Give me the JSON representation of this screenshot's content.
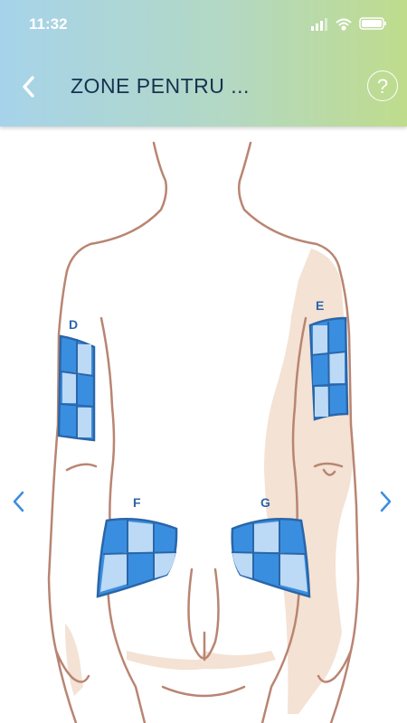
{
  "status_bar": {
    "time": "11:32",
    "icons": [
      "signal-icon",
      "wifi-icon",
      "battery-icon"
    ]
  },
  "header": {
    "title": "ZONE PENTRU ...",
    "help_label": "?"
  },
  "zones": [
    {
      "id": "D",
      "label": "D"
    },
    {
      "id": "E",
      "label": "E"
    },
    {
      "id": "F",
      "label": "F"
    },
    {
      "id": "G",
      "label": "G"
    }
  ],
  "colors": {
    "zone_dark": "#3a8ee0",
    "zone_light": "#bcd9f5",
    "zone_border": "#2a66a8",
    "body_outline": "#b98572",
    "shadow": "#f4e2d4",
    "nav_arrow": "#3a8ee0"
  }
}
